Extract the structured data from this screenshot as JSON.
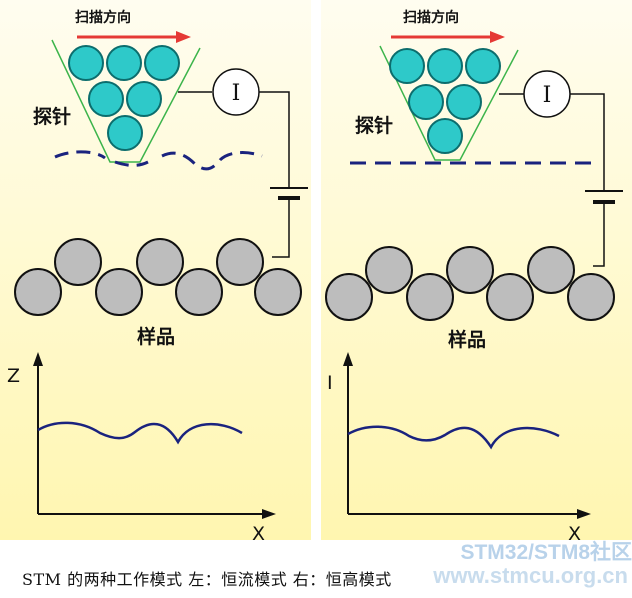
{
  "left_panel": {
    "scan_direction": "扫描方向",
    "probe_label": "探针",
    "meter_label": "I",
    "sample_label": "样品",
    "y_axis_label": "Z",
    "x_axis_label": "X"
  },
  "right_panel": {
    "scan_direction": "扫描方向",
    "probe_label": "探针",
    "meter_label": "I",
    "sample_label": "样品",
    "y_axis_label": "I",
    "x_axis_label": "X"
  },
  "caption": "STM 的两种工作模式 左：恒流模式  右：恒高模式",
  "watermark": {
    "line1": "STM32/STM8社区",
    "line2": "www.stmcu.org.cn"
  },
  "colors": {
    "panel_top": "#fffde8",
    "panel_bottom": "#fff8b8",
    "probe_atom": "#2ec9c9",
    "sample_atom": "#bdbdbd",
    "trace": "#1a237e",
    "arrow": "#e53935",
    "probe_outline": "#3cb44b"
  },
  "icons": [
    "scan-direction-arrow-icon",
    "current-meter-icon",
    "battery-icon"
  ]
}
